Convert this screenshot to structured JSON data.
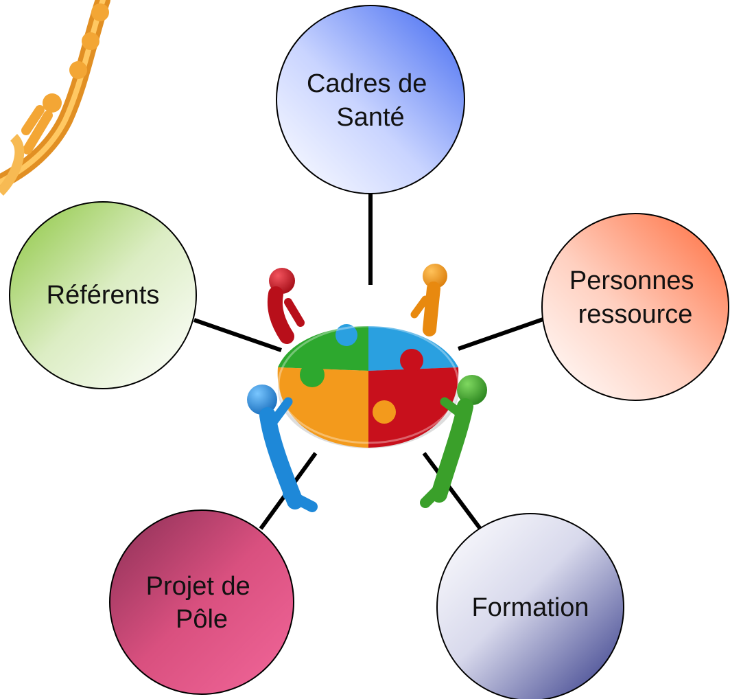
{
  "nodes": [
    {
      "id": "cadres",
      "lines": [
        "Cadres de",
        "Santé"
      ],
      "color_a": "#ffffff",
      "color_b": "#3f67f0"
    },
    {
      "id": "personnes",
      "lines": [
        "Personnes",
        "ressource"
      ],
      "color_a": "#ffffff",
      "color_b": "#ff6a3a"
    },
    {
      "id": "formation",
      "lines": [
        "Formation"
      ],
      "color_a": "#ffffff",
      "color_b": "#2f3585"
    },
    {
      "id": "projet",
      "lines": [
        "Projet de",
        "Pôle"
      ],
      "color_a": "#8a2f55",
      "color_b": "#f2679a"
    },
    {
      "id": "referents",
      "lines": [
        "Référents"
      ],
      "color_a": "#8cc63f",
      "color_b": "#ffffff"
    }
  ],
  "center": {
    "icon": "puzzle-team-icon",
    "piece_colors": [
      "#2da82e",
      "#2aa0e0",
      "#f39a1c",
      "#c8101c"
    ],
    "figure_colors": [
      "#c8101c",
      "#f39a1c",
      "#1e88d8",
      "#3aa02a"
    ]
  },
  "corner_decoration": {
    "icon": "climbing-figures-icon",
    "color": "#f3a22b"
  }
}
